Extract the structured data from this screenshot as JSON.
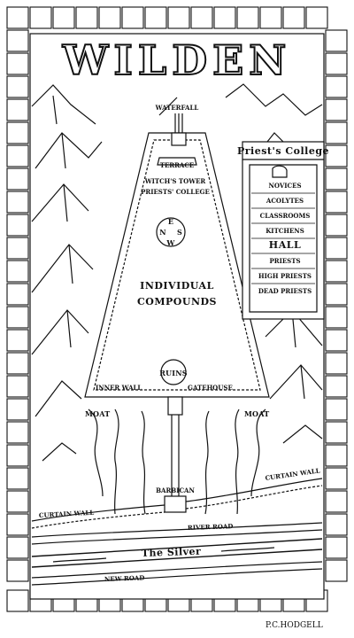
{
  "map": {
    "title": "WILDEN",
    "signature": "P.C.HODGELL",
    "labels": {
      "waterfall": "WATERFALL",
      "terrace": "TERRACE",
      "witchs_tower": "WITCH'S TOWER",
      "priests_college": "PRIESTS' COLLEGE",
      "individual": "INDIVIDUAL",
      "compounds": "COMPOUNDS",
      "ruins": "RUINS",
      "inner_wall": "INNER WALL",
      "gatehouse": "GATEHOUSE",
      "moat_left": "MOAT",
      "moat_right": "MOAT",
      "barbican": "BARBICAN",
      "curtain_wall_left": "CURTAIN WALL",
      "curtain_wall_right": "CURTAIN WALL",
      "river_road": "RIVER ROAD",
      "the_silver": "The Silver",
      "new_road": "NEW ROAD",
      "compass_n": "N",
      "compass_e": "E",
      "compass_s": "S",
      "compass_w": "W"
    },
    "inset": {
      "title": "Priest's College",
      "rows": [
        "NOVICES",
        "ACOLYTES",
        "CLASSROOMS",
        "KITCHENS",
        "HALL",
        "PRIESTS",
        "HIGH PRIESTS",
        "DEAD PRIESTS"
      ]
    }
  }
}
